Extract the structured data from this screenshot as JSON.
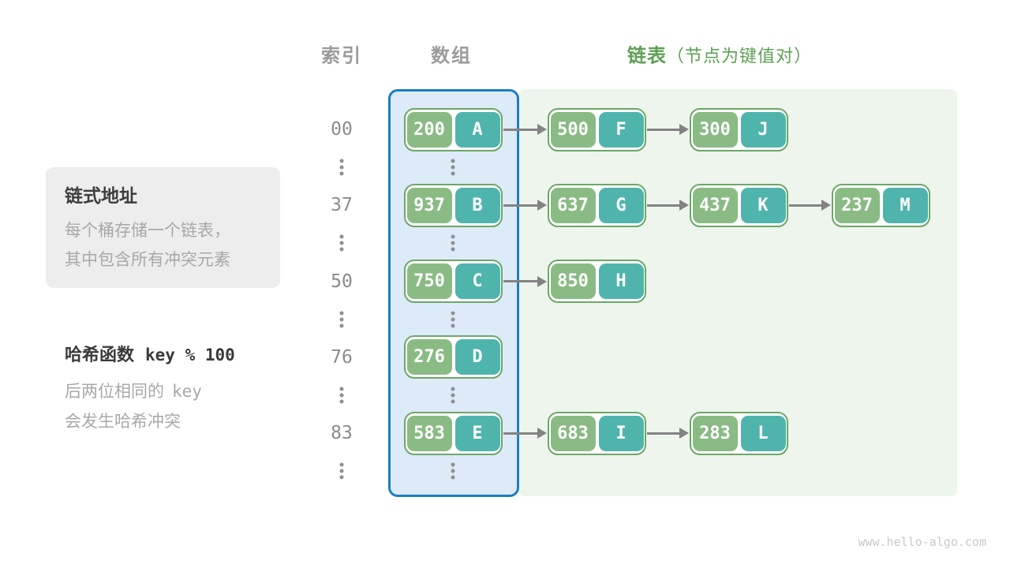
{
  "headers": {
    "index": "索引",
    "array": "数组",
    "list": "链表",
    "list_note": "（节点为键值对）"
  },
  "panel": {
    "title": "链式地址",
    "line1": "每个桶存储一个链表，",
    "line2": "其中包含所有冲突元素"
  },
  "hash": {
    "title": "哈希函数",
    "formula": "key % 100",
    "line1_text": "后两位相同的",
    "line1_code": "key",
    "line2": "会发生哈希冲突"
  },
  "buckets": [
    {
      "index": "00",
      "entry": {
        "key": "200",
        "value": "A"
      },
      "chain": [
        {
          "key": "500",
          "value": "F"
        },
        {
          "key": "300",
          "value": "J"
        }
      ]
    },
    {
      "index": "37",
      "entry": {
        "key": "937",
        "value": "B"
      },
      "chain": [
        {
          "key": "637",
          "value": "G"
        },
        {
          "key": "437",
          "value": "K"
        },
        {
          "key": "237",
          "value": "M"
        }
      ]
    },
    {
      "index": "50",
      "entry": {
        "key": "750",
        "value": "C"
      },
      "chain": [
        {
          "key": "850",
          "value": "H"
        }
      ]
    },
    {
      "index": "76",
      "entry": {
        "key": "276",
        "value": "D"
      },
      "chain": []
    },
    {
      "index": "83",
      "entry": {
        "key": "583",
        "value": "E"
      },
      "chain": [
        {
          "key": "683",
          "value": "I"
        },
        {
          "key": "283",
          "value": "L"
        }
      ]
    }
  ],
  "watermark": "www.hello-algo.com",
  "colors": {
    "background": "#ffffff",
    "header_gray": "#9b9b9b",
    "label_green": "#5da154",
    "panel_bg": "#ededed",
    "panel_title": "#3d3d3d",
    "text_muted": "#a8a8a8",
    "hash_title": "#3a3a3a",
    "index_text": "#8b8b8b",
    "dots": "#8f8f8f",
    "array_border": "#1b7ec2",
    "array_fill": "#ddeaf7",
    "list_region_fill": "#edf5ec",
    "node_border": "#6ca767",
    "node_fill": "#ffffff",
    "key_fill": "#8abb84",
    "value_fill": "#4fb5ac",
    "node_text": "#ffffff",
    "arrow": "#838383",
    "watermark_text": "#c8c8c8"
  }
}
